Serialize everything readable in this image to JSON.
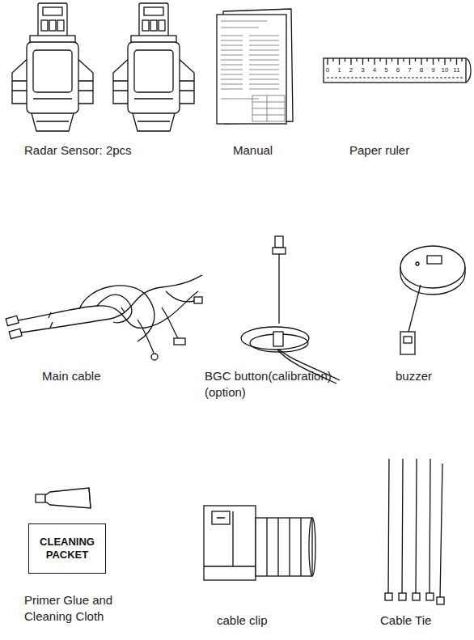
{
  "diagram": {
    "nodes": [
      {
        "text": [
          "CLEANING PACKET"
        ]
      }
    ],
    "labels": [
      "Radar Sensor: 2pcs",
      "Manual",
      "Paper ruler",
      "0",
      "1",
      "2",
      "3",
      "4",
      "5",
      "6",
      "7",
      "8",
      "9",
      "10",
      "11",
      "Main cable",
      "BGC button(calibration) (option)",
      "buzzer",
      "Primer Glue and Cleaning Cloth",
      "cable clip",
      "Cable Tie"
    ]
  }
}
